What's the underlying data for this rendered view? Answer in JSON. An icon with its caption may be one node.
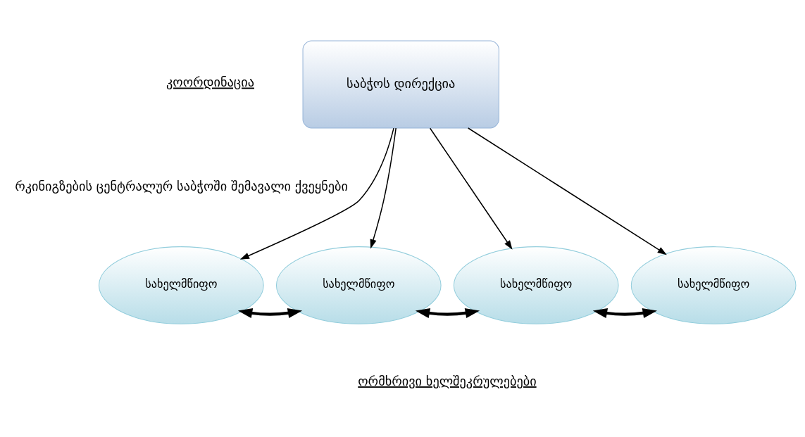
{
  "diagram": {
    "nodes": [
      {
        "text": [
          "საბჭოს დირექცია"
        ]
      },
      {
        "text": [
          "სახელმწიფო"
        ]
      },
      {
        "text": [
          "სახელმწიფო"
        ]
      },
      {
        "text": [
          "სახელმწიფო"
        ]
      },
      {
        "text": [
          "სახელმწიფო"
        ]
      }
    ],
    "edges": [
      {
        "from": 0,
        "to": 1,
        "arrow": "to"
      },
      {
        "from": 0,
        "to": 2,
        "arrow": "to"
      },
      {
        "from": 0,
        "to": 3,
        "arrow": "to"
      },
      {
        "from": 0,
        "to": 4,
        "arrow": "to"
      },
      {
        "from": 1,
        "to": 2,
        "arrow": "both",
        "style": "thick"
      },
      {
        "from": 2,
        "to": 3,
        "arrow": "both",
        "style": "thick"
      },
      {
        "from": 3,
        "to": 4,
        "arrow": "both",
        "style": "thick"
      }
    ],
    "labels": [
      "კოორდინაცია",
      "რკინიგზების ცენტრალურ საბჭოში შემავალი ქვეყნები",
      "ორმხრივი ხელშეკრულებები"
    ]
  }
}
